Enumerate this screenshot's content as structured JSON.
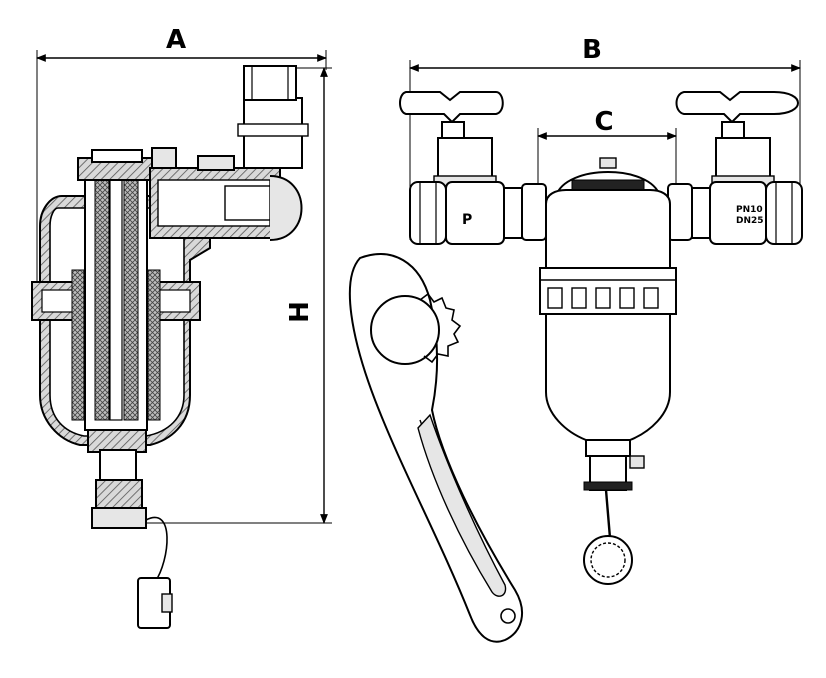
{
  "labels": {
    "A": "A",
    "B": "B",
    "C": "C",
    "H": "H",
    "valve_left_mark": "P",
    "valve_right_line1": "PN10",
    "valve_right_line2": "DN25"
  },
  "colors": {
    "ink": "#000000",
    "body_fill": "#ffffff",
    "grey_fill": "#e6e6e6",
    "hatch": "#6b6b6b",
    "shadow": "#f2f2f2"
  }
}
